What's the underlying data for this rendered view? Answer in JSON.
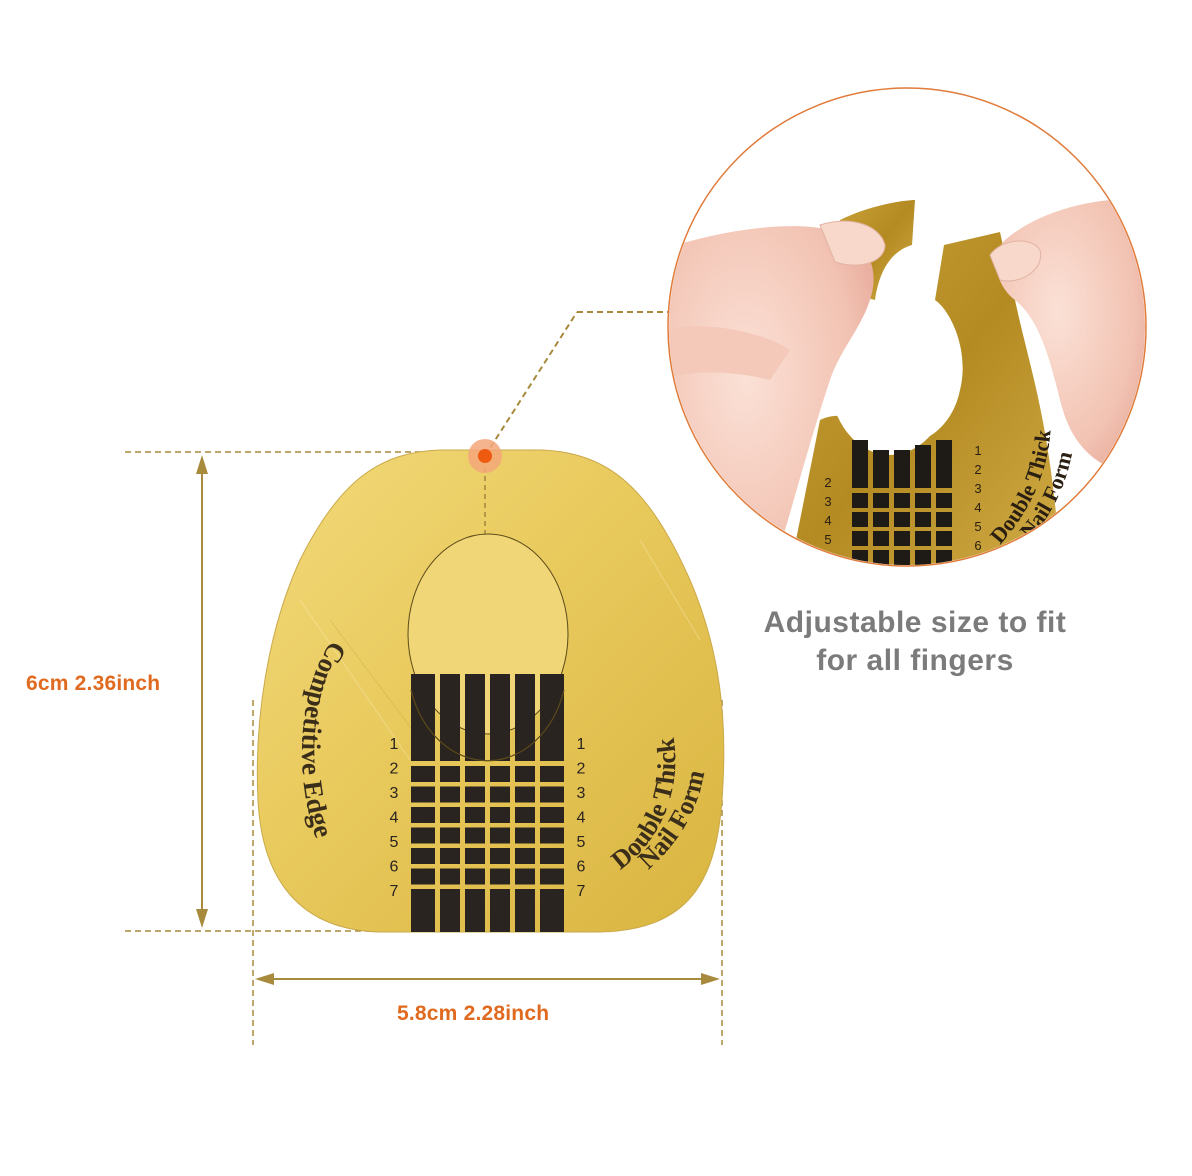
{
  "infographic": {
    "height_label": "6cm 2.36inch",
    "width_label": "5.8cm 2.28inch",
    "caption_line1": "Adjustable size to fit",
    "caption_line2": "for all fingers"
  },
  "nail_form": {
    "left_text": "Competitive Edge",
    "right_text_line1": "Double Thick",
    "right_text_line2": "Nail Form",
    "scale_numbers": [
      "1",
      "2",
      "3",
      "4",
      "5",
      "6",
      "7"
    ],
    "columns": 6
  },
  "inset": {
    "right_text_line1": "Double Thick",
    "right_text_line2": "Nail Form",
    "scale_left": [
      "2",
      "3",
      "4",
      "5"
    ],
    "scale_right": [
      "1",
      "2",
      "3",
      "4",
      "5",
      "6"
    ]
  },
  "colors": {
    "accent_orange": "#e06a1f",
    "dimension_line": "#a88a3c",
    "gold": "#e6c65a",
    "caption_gray": "#7b7b7b",
    "inset_border": "#e07b3a"
  }
}
